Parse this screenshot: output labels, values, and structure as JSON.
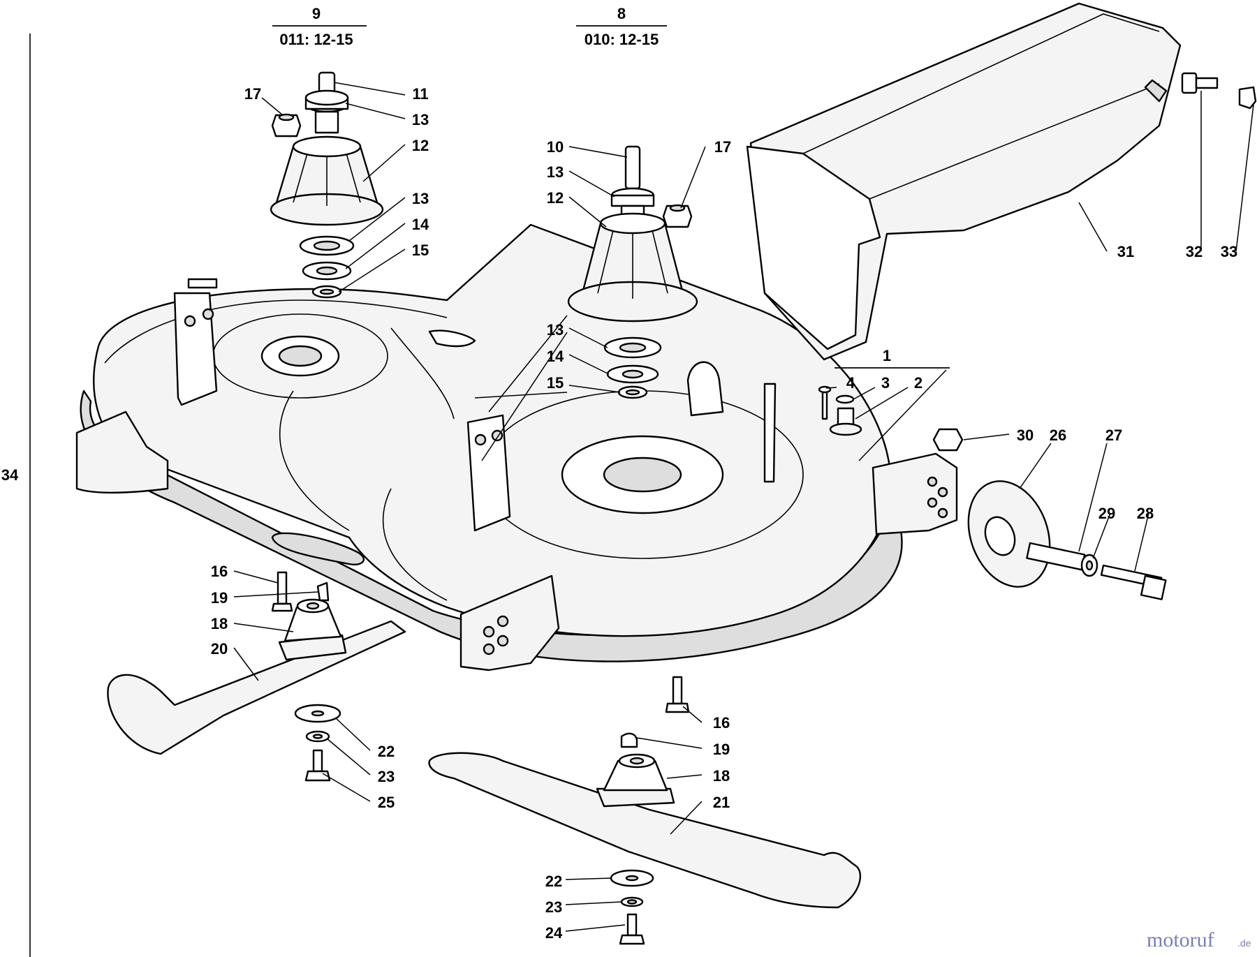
{
  "diagram": {
    "assembly_labels": [
      {
        "id": "asm-9",
        "number": "9",
        "ref": "011: 12-15"
      },
      {
        "id": "asm-8",
        "number": "8",
        "ref": "010: 12-15"
      },
      {
        "id": "asm-1",
        "number": "1",
        "ref": ""
      }
    ],
    "callouts": [
      {
        "id": "c-34",
        "label": "34"
      },
      {
        "id": "c-17a",
        "label": "17"
      },
      {
        "id": "c-11",
        "label": "11"
      },
      {
        "id": "c-13a",
        "label": "13"
      },
      {
        "id": "c-12a",
        "label": "12"
      },
      {
        "id": "c-13b",
        "label": "13"
      },
      {
        "id": "c-14a",
        "label": "14"
      },
      {
        "id": "c-15a",
        "label": "15"
      },
      {
        "id": "c-10",
        "label": "10"
      },
      {
        "id": "c-13c",
        "label": "13"
      },
      {
        "id": "c-12b",
        "label": "12"
      },
      {
        "id": "c-17b",
        "label": "17"
      },
      {
        "id": "c-13d",
        "label": "13"
      },
      {
        "id": "c-14b",
        "label": "14"
      },
      {
        "id": "c-15b",
        "label": "15"
      },
      {
        "id": "c-31",
        "label": "31"
      },
      {
        "id": "c-32",
        "label": "32"
      },
      {
        "id": "c-33",
        "label": "33"
      },
      {
        "id": "c-4",
        "label": "4"
      },
      {
        "id": "c-3",
        "label": "3"
      },
      {
        "id": "c-2",
        "label": "2"
      },
      {
        "id": "c-30",
        "label": "30"
      },
      {
        "id": "c-26",
        "label": "26"
      },
      {
        "id": "c-27",
        "label": "27"
      },
      {
        "id": "c-29",
        "label": "29"
      },
      {
        "id": "c-28",
        "label": "28"
      },
      {
        "id": "c-16a",
        "label": "16"
      },
      {
        "id": "c-19a",
        "label": "19"
      },
      {
        "id": "c-18a",
        "label": "18"
      },
      {
        "id": "c-20",
        "label": "20"
      },
      {
        "id": "c-22a",
        "label": "22"
      },
      {
        "id": "c-23a",
        "label": "23"
      },
      {
        "id": "c-25",
        "label": "25"
      },
      {
        "id": "c-16b",
        "label": "16"
      },
      {
        "id": "c-19b",
        "label": "19"
      },
      {
        "id": "c-18b",
        "label": "18"
      },
      {
        "id": "c-21",
        "label": "21"
      },
      {
        "id": "c-22b",
        "label": "22"
      },
      {
        "id": "c-23b",
        "label": "23"
      },
      {
        "id": "c-24",
        "label": "24"
      }
    ],
    "watermark": {
      "brand": "motoruf",
      "suffix": ".de"
    }
  }
}
